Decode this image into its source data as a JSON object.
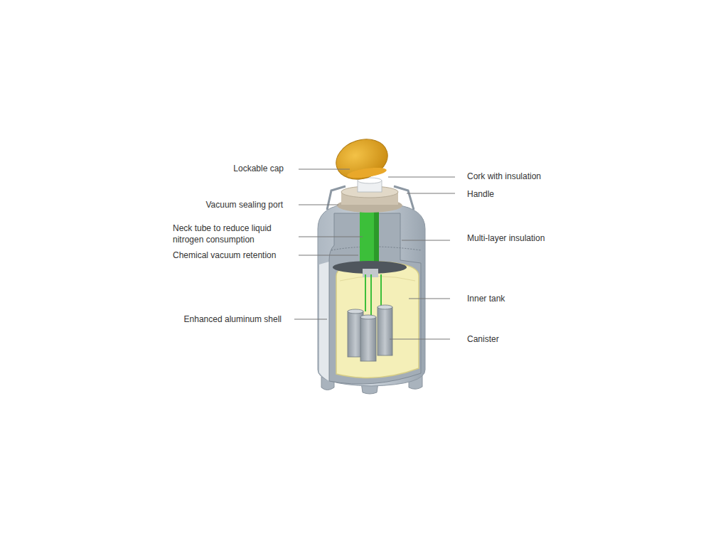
{
  "diagram": {
    "labels": [
      "Lockable cap",
      "Cork with insulation",
      "Handle",
      "Vacuum sealing port",
      "Neck tube to reduce liquid nitrogen consumption",
      "Multi-layer insulation",
      "Chemical vacuum retention",
      "Inner tank",
      "Enhanced aluminum shell",
      "Canister"
    ]
  }
}
